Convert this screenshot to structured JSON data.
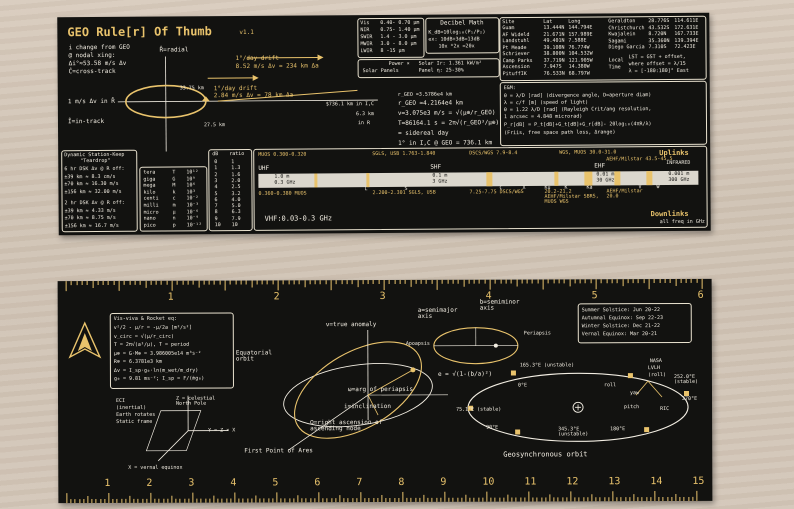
{
  "top_card": {
    "title": "GEO Rule[r] Of Thumb",
    "version": "v1.1",
    "intro": [
      "i change from GEO",
      "@ nodal xing:",
      "Δi°≈53.58 m/s Δv",
      "Ĉ=cross-track"
    ],
    "labels": {
      "radial": "R̂=radial",
      "in_track": "Î=in-track",
      "one_ms": "1 m/s Δv in R̂",
      "drift1": "1°/day drift",
      "drift1_val": "8.52 m/s Δv ≈ 234 km Δa",
      "drift2": "1°/day drift",
      "drift2_val": "2.84 m/s Δv ≈ 78 km Δa",
      "km33": "33.75 km",
      "km275": "27.5 km",
      "km736": "$736.1 km in I,C",
      "km63": "6.3 km",
      "inR": "in R"
    },
    "photon_table": {
      "rows": [
        [
          "Vis",
          "0.40- 0.70 μm"
        ],
        [
          "NIR",
          "0.75- 1.40 μm"
        ],
        [
          "SWIR",
          "1.4 - 3.0 μm"
        ],
        [
          "MWIR",
          "3.0 - 8.0 μm"
        ],
        [
          "LWIR",
          "8 -15 μm"
        ]
      ]
    },
    "decibel": {
      "title": "Decibel Math",
      "lines": [
        "K_dB=10log₁₀(P₁/P₂)",
        "ex: 10dB+3dB=13dB",
        "10x *2x =20x"
      ]
    },
    "power": {
      "line1": "Power ∝",
      "line2": "Solar Panels",
      "line3": "Solar Ir: 1.361 kW/m²",
      "line4": "Panel η: 25-30%"
    },
    "sites": {
      "headers": [
        "Site",
        "Lat",
        "Long"
      ],
      "rows": [
        [
          "Guam",
          "13.444N",
          "144.794E"
        ],
        [
          "AF Wideld",
          "21.671N",
          "157.989E"
        ],
        [
          "Landstuhl",
          "49.401N",
          "7.588E"
        ],
        [
          "Pt Meade",
          "39.108N",
          "76.774W"
        ],
        [
          "Schriever",
          "38.800N",
          "104.532W"
        ],
        [
          "Camp Parks",
          "37.719N",
          "121.905W"
        ],
        [
          "Ascension",
          "7.947S",
          "14.380W"
        ],
        [
          "PituffIK",
          "76.533N",
          "68.797W"
        ]
      ],
      "rows2": [
        [
          "Geraldton",
          "28.776S",
          "114.611E"
        ],
        [
          "Christchurch",
          "43.532S",
          "172.631E"
        ],
        [
          "Kwajalein",
          "8.720N",
          "167.733E"
        ],
        [
          "Sagami",
          "35.360N",
          "139.394E"
        ],
        [
          "Diego Garcia",
          "7.310S",
          "72.423E"
        ]
      ],
      "local": "Local",
      "time": "Time",
      "lst1": "LST = GST + offset,",
      "lst2": "where offset = λ/15",
      "lst3": "λ = [-180:180]° East"
    },
    "station_keep": {
      "title1": "Dynamic Station-Keep",
      "title2": "\"Teardrop\"",
      "lines": [
        "6 hr DSK Δv @ R off:",
        "±39 km ≈ 8.3 cm/s",
        "±70 km ≈ 16.30 m/s",
        "±156 km ≈ 32.00 m/s",
        "2 hr DSK Δv @ R off:",
        "±39 km ≈ 4.33 m/s",
        "±70 km ≈ 8.75 m/s",
        "±156 km ≈ 16.7 m/s"
      ]
    },
    "si_prefixes": {
      "rows": [
        [
          "tera",
          "T",
          "10¹²"
        ],
        [
          "giga",
          "G",
          "10⁹"
        ],
        [
          "mega",
          "M",
          "10⁶"
        ],
        [
          "kilo",
          "k",
          "10³"
        ],
        [
          "centi",
          "c",
          "10⁻²"
        ],
        [
          "milli",
          "m",
          "10⁻³"
        ],
        [
          "micro",
          "μ",
          "10⁻⁶"
        ],
        [
          "nano",
          "n",
          "10⁻⁹"
        ],
        [
          "pico",
          "p",
          "10⁻¹²"
        ]
      ]
    },
    "db_ratio": {
      "headers": [
        "dB",
        "ratio"
      ],
      "rows": [
        [
          "0",
          "1"
        ],
        [
          "1",
          "1.3"
        ],
        [
          "2",
          "1.6"
        ],
        [
          "3",
          "2.0"
        ],
        [
          "4",
          "2.5"
        ],
        [
          "5",
          "3.2"
        ],
        [
          "6",
          "4.0"
        ],
        [
          "7",
          "5.0"
        ],
        [
          "8",
          "6.3"
        ],
        [
          "9",
          "7.9"
        ],
        [
          "10",
          "10"
        ]
      ]
    },
    "orbit_eqs": {
      "lines": [
        "r_GEO ≈4.2164e4 km",
        "v=3.075e3 m/s = √(μ⊕/r_GEO)",
        "T=86164.1 s = 2π√(r_GEO³/μ⊕)",
        "    = sidereal day",
        "1° in I,C @ GEO = 736.1 km"
      ],
      "top": "r_GEO ≈3.5786e4 km"
    },
    "emr": {
      "title": "E&M:",
      "lines": [
        "θ = λ/D [rad] (divergence angle, D=aperture diam)",
        "λ = c/f [m]   (speed of light)",
        "θ = 1.22 λ/D [rad] (Rayleigh Crit/ang resolution,",
        "    1 arcsec = 4.848 microrad)",
        "P_r[dB] = P_t[dB]+G_t[dB]+G_r[dB]- 20log₁₀(4πR/λ)",
        "    (Friis, free space path loss, Δrange)"
      ]
    },
    "spectrum": {
      "uplinks": "Uplinks",
      "downlinks": "Downlinks",
      "infrared": "INFRARED",
      "top_labels": [
        "MUOS 0.300-0.320",
        "SGLS, USB 1.763-1.840",
        "DSCS/WGS 7.9-8.4",
        "WGS, MUOS 30.0-31.0",
        "AEHF/Milstar 43.5-45.5"
      ],
      "bot_labels": [
        "0.360-0.380 MUOS",
        "2.200-2.301 SGLS, USB",
        "7.25-7.75 DSCS/WGS",
        "20.2-21.2 AEHF/Milstar SBRS, MUOS WGS",
        "AEHF/Milstar 20.0"
      ],
      "bands": [
        "L",
        "S",
        "C",
        "X",
        "Ku",
        "K",
        "Ka",
        "V",
        "W"
      ],
      "band_nums": [
        "1",
        "2",
        "4",
        "8",
        "12",
        "18",
        "27",
        "40",
        "75",
        "110"
      ],
      "uhf": "UHF",
      "shf": "SHF",
      "ehf": "EHF",
      "uhf_range": [
        "1.0 m",
        "0.3 GHz"
      ],
      "shf_range": [
        "0.1 m",
        "3 GHz"
      ],
      "ehf_range": [
        "0.01 m",
        "30 GHz"
      ],
      "ir_range": [
        "0.001 m",
        "300 GHz"
      ],
      "vhf": "VHF:0.03-0.3 GHz",
      "freq": "all freq in GHz"
    }
  },
  "bottom_card": {
    "ruler_top": [
      "1",
      "2",
      "3",
      "4",
      "5",
      "6"
    ],
    "ruler_bottom": [
      "1",
      "2",
      "3",
      "4",
      "5",
      "6",
      "7",
      "8",
      "9",
      "10",
      "11",
      "12",
      "13",
      "14",
      "15"
    ],
    "visviva": {
      "title": "Vis-viva & Rocket eq:",
      "lines": [
        "v²/2 - μ/r = -μ/2a [m²/s²]",
        "v_circ = √(μ/r_circ)",
        "T = 2π√(a³/μ), T = period",
        "μ⊕ = G·M⊕ = 3.986005e14 m³s⁻²",
        "R⊕ = 6.3781e3 km",
        "Δv = I_sp·g₀·ln(m_wet/m_dry)",
        "g₀ = 9.81 ms⁻²; I_sp = F/(ṁg₀)"
      ]
    },
    "eci": {
      "lines": [
        "ECI",
        "(inertial)",
        "Earth rotates",
        "Static frame"
      ],
      "z": "Z = celestial North Pole",
      "x": "X = vernal equinox",
      "y": "Y = Z × X"
    },
    "geometry": {
      "true_anomaly": "ν=true anomaly",
      "equatorial": "Equatorial orbit",
      "inclination": "i=inclination",
      "argp": "ω=arg of periapsis",
      "raan": "Ω=right ascension of ascending node",
      "fpa": "First Point of Ares"
    },
    "ellipse": {
      "a": "a=semimajor axis",
      "b": "b=semiminor axis",
      "periapsis": "Periapsis",
      "apoapsis": "Apoapsis",
      "ecc": "e = √(1-(b/a)²)"
    },
    "seasons": {
      "lines": [
        "Summer Solstice: Jun 20-22",
        "Autumnal Equinox: Sep 22-23",
        "Winter Solstice: Dec 21-22",
        "Vernal Equinox: Mar 20-21"
      ]
    },
    "geosync": {
      "title": "Geosynchronous orbit",
      "labels": [
        "75.1°E (stable)",
        "165.3°E (unstable)",
        "0°E",
        "90°E",
        "180°E",
        "270°E",
        "252.0°E (stable)",
        "345.3°E (unstable)"
      ],
      "ric": "RIC",
      "nasa": [
        "NASA",
        "LVLH",
        "(roll)"
      ],
      "pitch": "pitch",
      "yaw": "yaw",
      "roll": "roll"
    }
  },
  "colors": {
    "card": "#121210",
    "gold": "#e9c36c",
    "white": "#f2ede2",
    "wood": "#d2c5b6"
  }
}
